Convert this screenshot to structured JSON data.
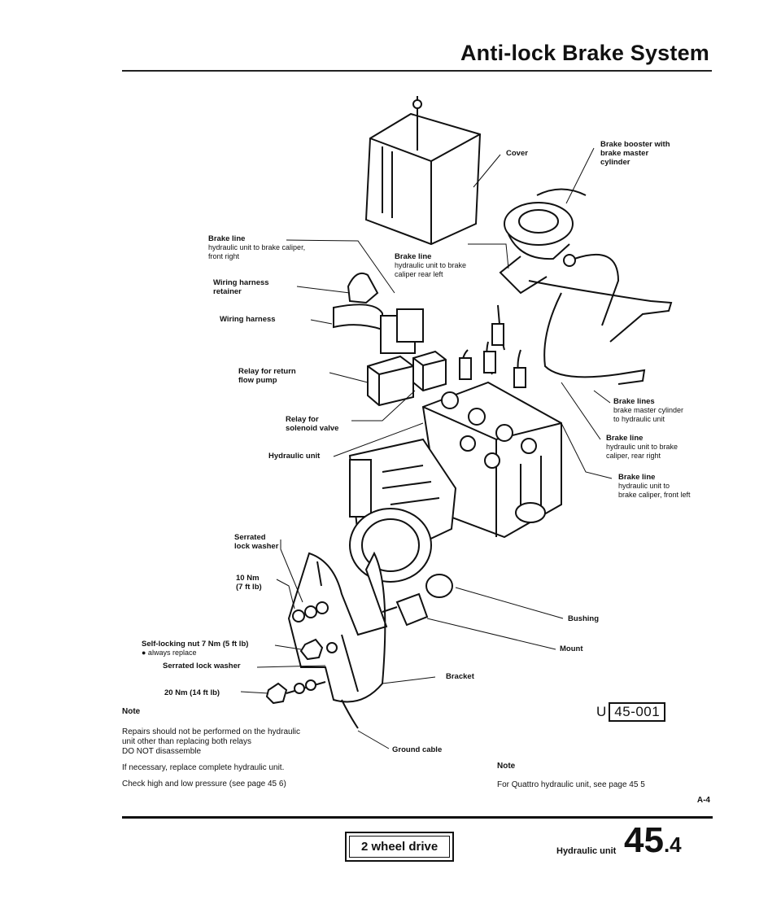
{
  "header": {
    "title": "Anti-lock Brake System"
  },
  "labels": {
    "cover": {
      "title": "Cover"
    },
    "brake_booster": {
      "title": "Brake booster with",
      "line2": "brake master",
      "line3": "cylinder"
    },
    "brake_line_front_right": {
      "title": "Brake line",
      "desc1": "hydraulic unit to brake caliper,",
      "desc2": "front right"
    },
    "wiring_retainer": {
      "title": "Wiring harness",
      "line2": "retainer"
    },
    "wiring_harness": {
      "title": "Wiring harness"
    },
    "brake_line_rear_left": {
      "title": "Brake line",
      "desc1": "hydraulic unit to brake",
      "desc2": "caliper rear left"
    },
    "relay_return": {
      "title": "Relay for return",
      "line2": "flow pump"
    },
    "relay_solenoid": {
      "title": "Relay for",
      "line2": "solenoid valve"
    },
    "hydraulic_unit": {
      "title": "Hydraulic unit"
    },
    "brake_lines_master": {
      "title": "Brake lines",
      "desc1": "brake master cylinder",
      "desc2": "to hydraulic unit"
    },
    "brake_line_rear_right": {
      "title": "Brake line",
      "desc1": "hydraulic unit to brake",
      "desc2": "caliper, rear right"
    },
    "brake_line_front_left": {
      "title": "Brake line",
      "desc1": "hydraulic unit to",
      "desc2": "brake caliper, front left"
    },
    "serrated_washer_top": {
      "title": "Serrated",
      "line2": "lock washer"
    },
    "torque_10": {
      "title": "10 Nm",
      "line2": "(7 ft lb)"
    },
    "bushing": {
      "title": "Bushing"
    },
    "self_locking_nut": {
      "title": "Self-locking nut 7 Nm (5 ft lb)",
      "line2": "● always replace"
    },
    "mount": {
      "title": "Mount"
    },
    "serrated_washer_bottom": {
      "title": "Serrated lock washer"
    },
    "bracket": {
      "title": "Bracket"
    },
    "torque_20": {
      "title": "20 Nm (14 ft lb)"
    },
    "ground_cable": {
      "title": "Ground cable"
    }
  },
  "notes": {
    "left": {
      "heading": "Note",
      "p1": "Repairs should not be performed on the hydraulic",
      "p2": "unit other than replacing both relays",
      "p3": "DO NOT disassemble",
      "p4": "If necessary, replace complete hydraulic unit.",
      "p5": "Check high and low pressure (see page 45 6)"
    },
    "right": {
      "heading": "Note",
      "p1": "For Quattro hydraulic unit, see page 45 5"
    }
  },
  "figure_code": {
    "prefix": "U",
    "code": "45-001"
  },
  "page_ref": "A-4",
  "footer": {
    "variant": "2 wheel drive",
    "group_title": "Hydraulic unit",
    "group_number": "45",
    "group_sub": ".4"
  }
}
